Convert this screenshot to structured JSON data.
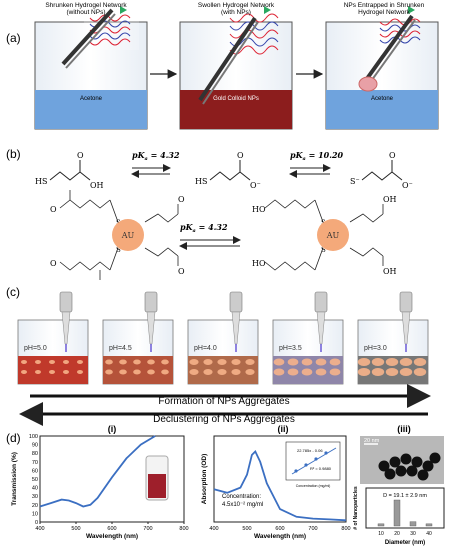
{
  "panel_a": {
    "label": "(a)",
    "beaker1": {
      "title1": "Shrunken Hydrogel Network",
      "title2": "(without NPs)",
      "liquid": "Acetone"
    },
    "beaker2": {
      "title1": "Swollen Hydrogel Network",
      "title2": "(with NPs)",
      "liquid": "Gold Colloid NPs"
    },
    "beaker3": {
      "title1": "NPs Entrapped in Shrunken",
      "title2": "Hydrogel Network",
      "liquid": "Acetone"
    }
  },
  "panel_b": {
    "label": "(b)",
    "pka1": "pK",
    "pka1_sub": "a",
    "pka1_val": " = 4.32",
    "pka2": "pK",
    "pka2_sub": "a",
    "pka2_val": " = 10.20",
    "pka3": "pK",
    "pka3_sub": "a",
    "pka3_val": " = 4.32",
    "hs": "HS",
    "s_minus": "S",
    "oh": "OH",
    "o": "O",
    "o_minus": "O",
    "ho": "HO",
    "s": "S",
    "au": "AU"
  },
  "panel_c": {
    "label": "(c)",
    "beakers": [
      {
        "ph": "pH=5.0",
        "liquid": "#c0392b"
      },
      {
        "ph": "pH=4.5",
        "liquid": "#b5533a"
      },
      {
        "ph": "pH=4.0",
        "liquid": "#b06a4a"
      },
      {
        "ph": "pH=3.5",
        "liquid": "#8f86a9"
      },
      {
        "ph": "pH=3.0",
        "liquid": "#777777"
      }
    ],
    "arrow1": "Formation of NPs Aggregates",
    "arrow2": "Declustering of NPs Aggregates"
  },
  "panel_d": {
    "label": "(d)",
    "i": {
      "label": "(i)",
      "xlabel": "Wavelength (nm)",
      "ylabel": "Transmission (%)",
      "xticks": [
        "400",
        "500",
        "600",
        "700",
        "800"
      ],
      "yticks": [
        "0",
        "10",
        "20",
        "30",
        "40",
        "50",
        "60",
        "70",
        "80",
        "90",
        "100"
      ]
    },
    "ii": {
      "label": "(ii)",
      "xlabel": "Wavelength (nm)",
      "ylabel": "Absorption (OD)",
      "xticks": [
        "400",
        "500",
        "600",
        "700",
        "800"
      ],
      "conc1": "Concentration:",
      "conc2": "4.5x10⁻² mg/ml",
      "inset_eq": "22.785x - 0.06",
      "inset_r2": "R² = 0.9880",
      "inset_xlabel": "Concentration (mg/ml)",
      "inset_ylabel": "Absorption (OD)",
      "inset_xticks": [
        "0",
        "0.02",
        "0.04",
        "0.06"
      ]
    },
    "iii": {
      "label": "(iii)",
      "scale": "20 nm",
      "hist_label": "D = 19.1 ± 2.9 nm",
      "xlabel": "Diameter (nm)",
      "ylabel": "# of Nanoparticles",
      "xticks": [
        "10",
        "20",
        "30",
        "40"
      ]
    }
  },
  "chart_data": [
    {
      "type": "line",
      "xlabel": "Wavelength (nm)",
      "ylabel": "Transmission (%)",
      "xlim": [
        400,
        800
      ],
      "ylim": [
        0,
        100
      ],
      "x": [
        400,
        430,
        460,
        480,
        500,
        520,
        540,
        560,
        600,
        640,
        680,
        720
      ],
      "y": [
        18,
        22,
        26,
        25,
        22,
        18,
        20,
        28,
        52,
        74,
        90,
        100
      ]
    },
    {
      "type": "line",
      "xlabel": "Wavelength (nm)",
      "ylabel": "Absorption (OD)",
      "xlim": [
        400,
        800
      ],
      "ylim": [
        0,
        1
      ],
      "x": [
        400,
        440,
        480,
        500,
        515,
        525,
        540,
        560,
        600,
        650,
        700,
        750,
        800
      ],
      "y": [
        0.38,
        0.34,
        0.4,
        0.55,
        0.78,
        0.82,
        0.7,
        0.45,
        0.15,
        0.06,
        0.04,
        0.03,
        0.02
      ]
    },
    {
      "type": "bar",
      "xlabel": "Diameter (nm)",
      "ylabel": "# of Nanoparticles",
      "categories": [
        "10",
        "20",
        "30",
        "40"
      ],
      "values": [
        1,
        12,
        2,
        1
      ]
    }
  ]
}
